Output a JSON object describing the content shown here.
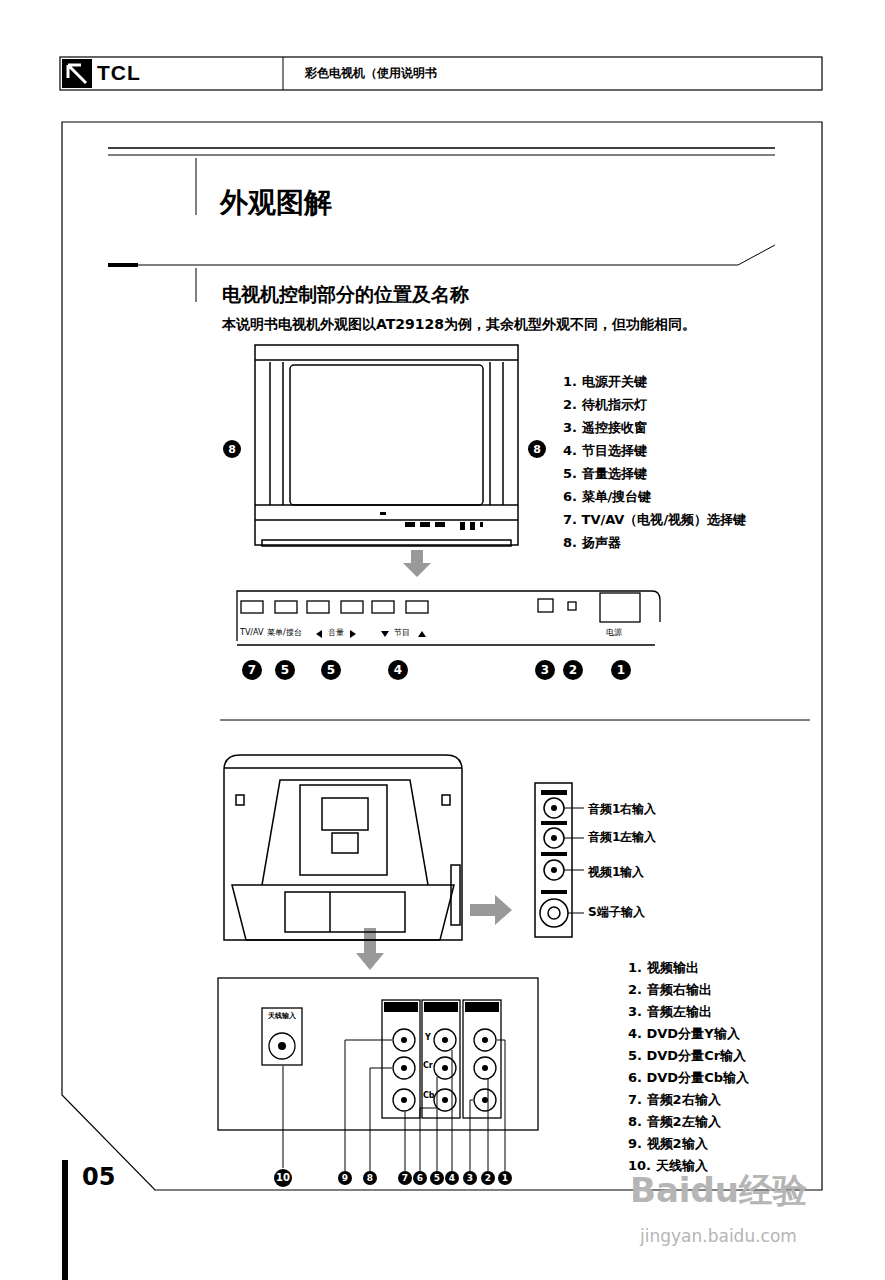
{
  "diagram": {
    "title": "外观图解",
    "labels": [
      "TCL",
      "彩色电视机（使用说明书",
      "电视机控制部分的位置及名称",
      "本说明书电视机外观图以AT29128为例，其余机型外观不同，但功能相同。",
      "1. 电源开关键",
      "2. 待机指示灯",
      "3. 遥控接收窗",
      "4. 节目选择键",
      "5. 音量选择键",
      "6. 菜单/搜台键",
      "7. TV/AV（电视/视频）选择键",
      "8. 扬声器",
      "8",
      "8",
      "TV/AV",
      "菜单/搜台",
      "音量",
      "节目",
      "电源",
      "7",
      "5",
      "5",
      "4",
      "3",
      "2",
      "1",
      "音频1右输入",
      "音频1左输入",
      "视频1输入",
      "S端子输入",
      "1. 视频输出",
      "2. 音频右输出",
      "3. 音频左输出",
      "4. DVD分量Y输入",
      "5. DVD分量Cr输入",
      "6. DVD分量Cb输入",
      "7. 音频2右输入",
      "8. 音频2左输入",
      "9. 视频2输入",
      "10. 天线输入",
      "天线输入",
      "Y",
      "Cr",
      "Cb",
      "10",
      "9",
      "8",
      "7",
      "6",
      "5",
      "4",
      "3",
      "2",
      "1",
      "05",
      "Baidu经验",
      "jingyan.baidu.com"
    ]
  }
}
